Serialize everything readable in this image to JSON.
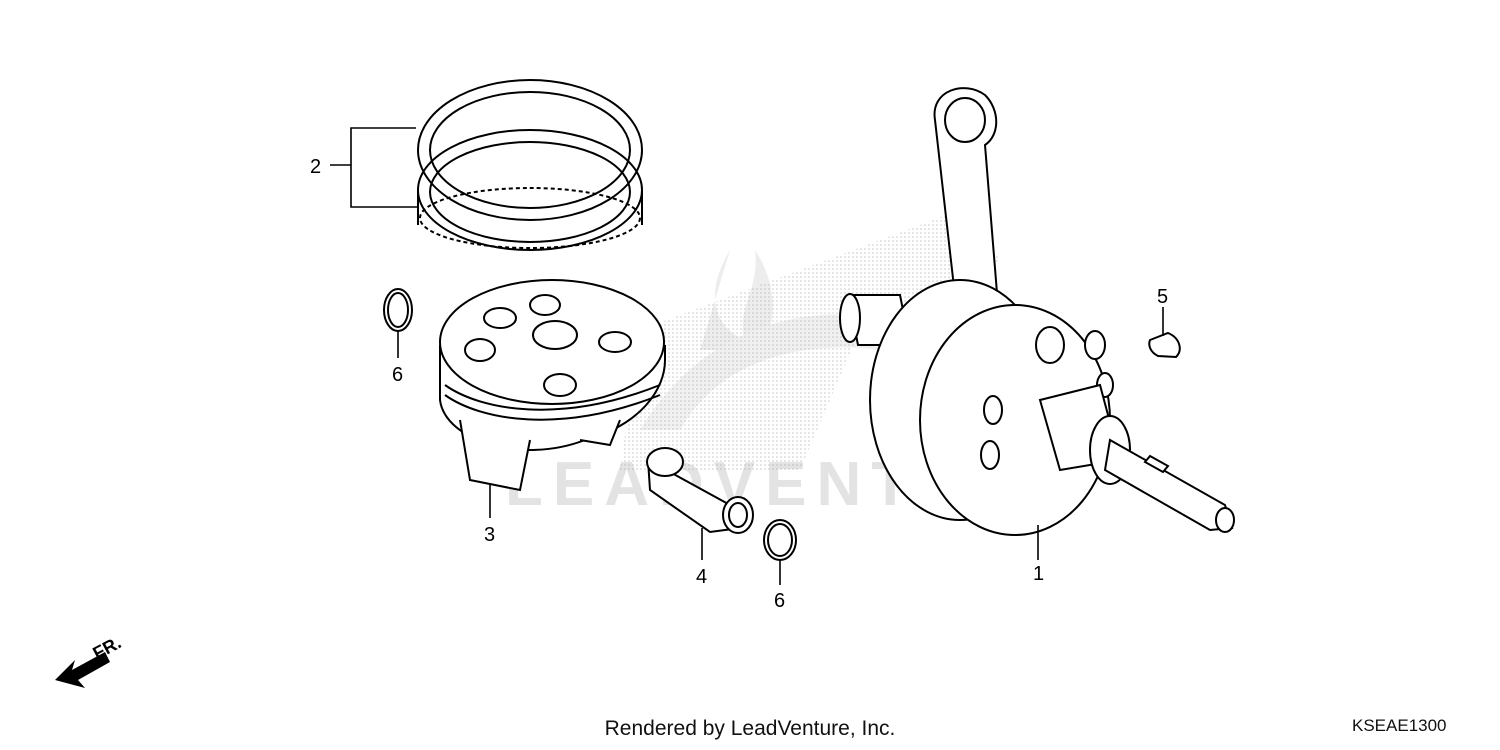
{
  "diagram": {
    "callouts": [
      {
        "id": "crankshaft",
        "label": "1"
      },
      {
        "id": "piston-ring-set",
        "label": "2"
      },
      {
        "id": "piston",
        "label": "3"
      },
      {
        "id": "piston-pin",
        "label": "4"
      },
      {
        "id": "woodruff-key",
        "label": "5"
      },
      {
        "id": "pin-clip-left",
        "label": "6"
      },
      {
        "id": "pin-clip-right",
        "label": "6"
      }
    ],
    "front_indicator": "FR.",
    "watermark": "LEADVENTURE",
    "footer": "Rendered by LeadVenture, Inc.",
    "diagram_code": "KSEAE1300"
  },
  "colors": {
    "line": "#000000",
    "watermark": "#e3e3e3",
    "background": "#ffffff"
  }
}
